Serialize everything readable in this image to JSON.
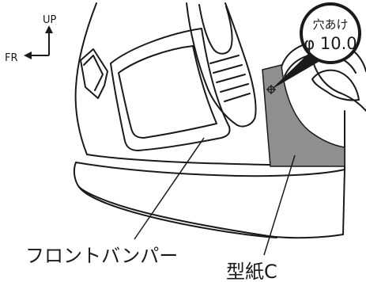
{
  "direction": {
    "up_label": "UP",
    "front_label": "FR"
  },
  "callout": {
    "text_line1": "穴あけ",
    "text_line2": "φ 10.0"
  },
  "labels": {
    "bumper": "フロントバンパー",
    "template": "型紙C"
  },
  "colors": {
    "line": "#1a1a1a",
    "template_fill": "#8f8f8f",
    "background": "#ffffff"
  }
}
